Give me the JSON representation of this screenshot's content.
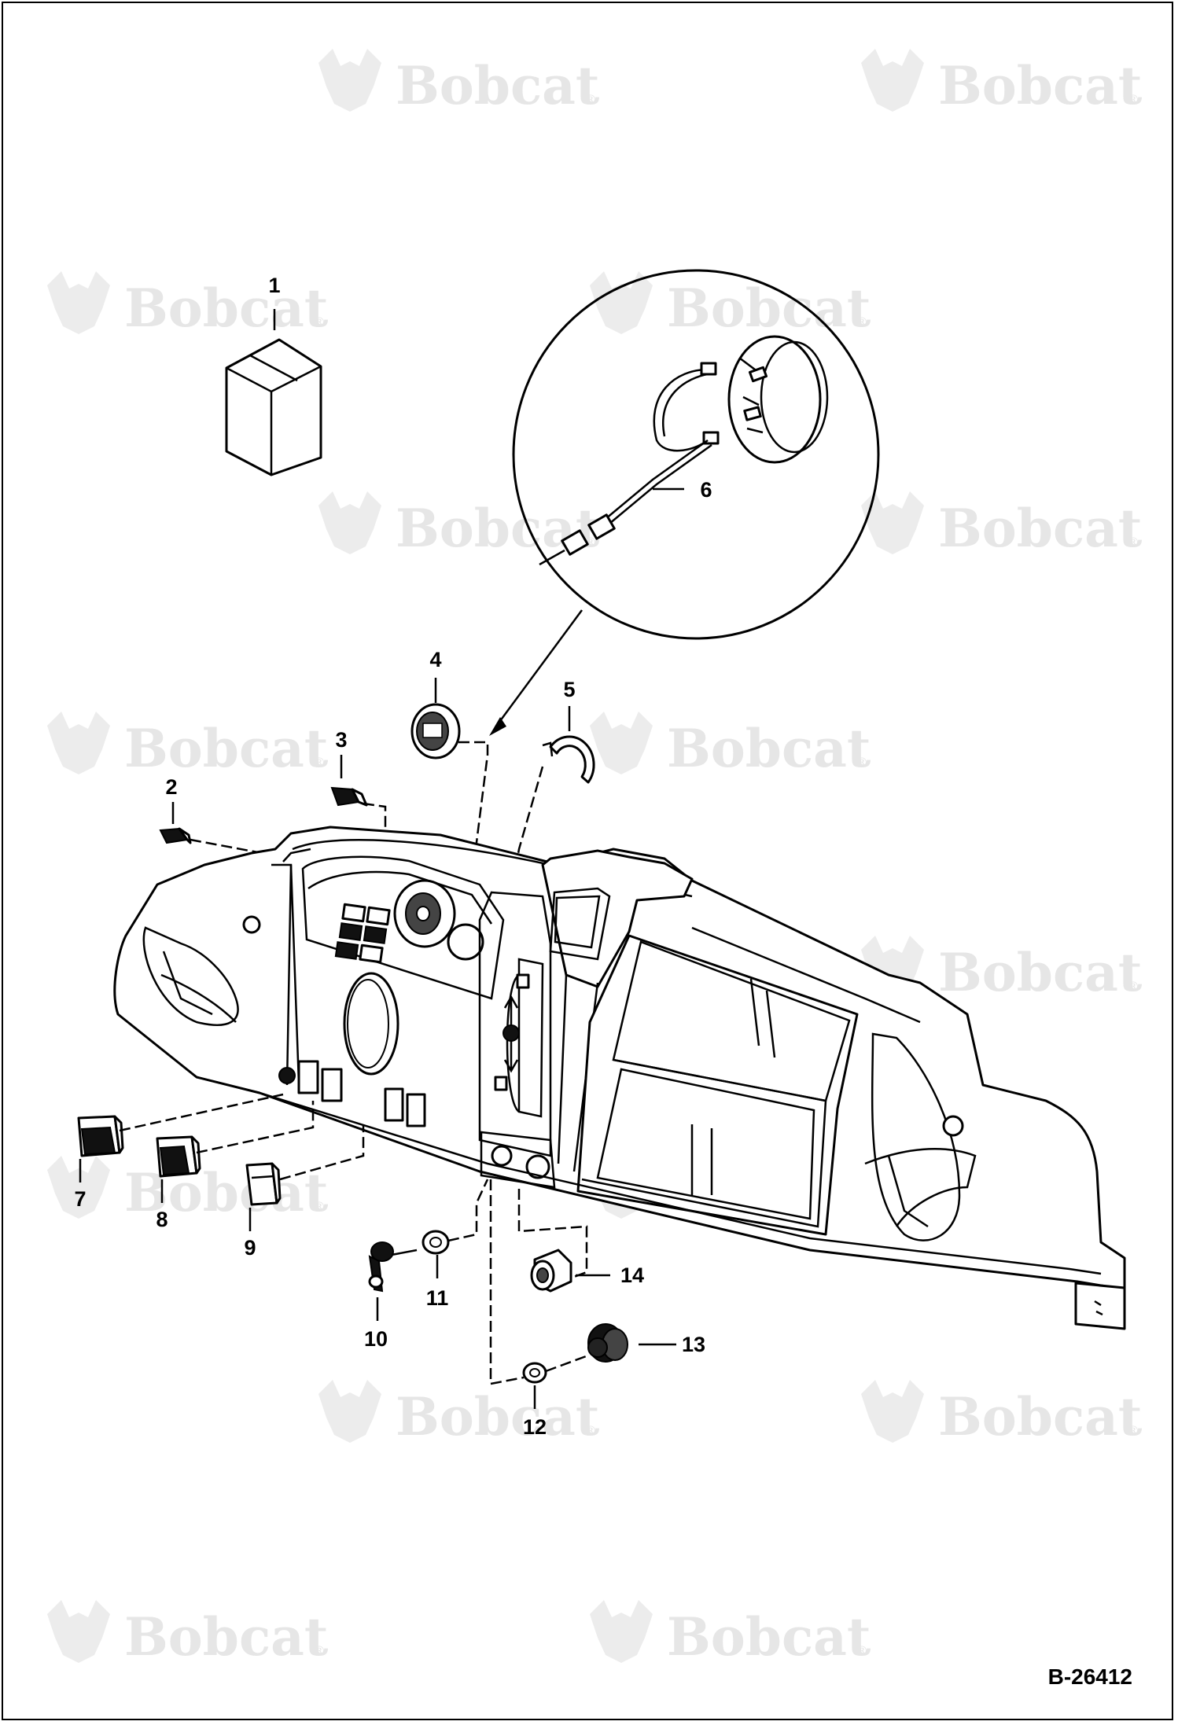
{
  "watermark": {
    "brand": "Bobcat",
    "registered_mark": "®"
  },
  "document_number": "B-26412",
  "callouts": [
    "1",
    "2",
    "3",
    "4",
    "5",
    "6",
    "7",
    "8",
    "9",
    "10",
    "11",
    "12",
    "13",
    "14"
  ],
  "colors": {
    "line": "#000000",
    "background": "#ffffff",
    "watermark": "#e6e6e6"
  }
}
